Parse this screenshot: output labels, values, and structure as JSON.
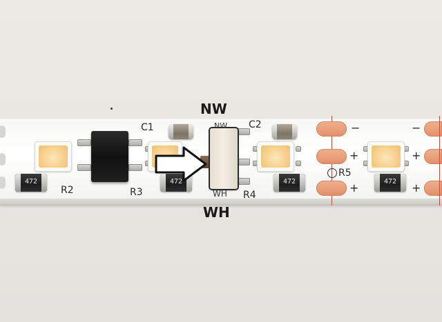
{
  "photo": {
    "labels": {
      "nw": "NW",
      "wh": "WH",
      "nw_silk": "NW",
      "wh_silk": "WH",
      "c1": "C1",
      "c2": "C2",
      "r2": "R2",
      "r3": "R3",
      "r4": "R4",
      "r5": "R5"
    },
    "resistor_codes": [
      "472",
      "472",
      "472",
      "472"
    ],
    "polarity": {
      "minus_1": "−",
      "minus_2": "−",
      "plus_1": "+",
      "plus_2": "+",
      "plus_3": "+",
      "plus_4": "+"
    },
    "colors": {
      "background": "#e8e6e1",
      "strip": "#ffffff",
      "copper_pad": "#e89d78",
      "led_phosphor": "#f7cf8c",
      "arrow_fill": "#ffffff",
      "arrow_stroke": "#111111"
    },
    "icons": [
      "right-arrow-icon"
    ]
  }
}
